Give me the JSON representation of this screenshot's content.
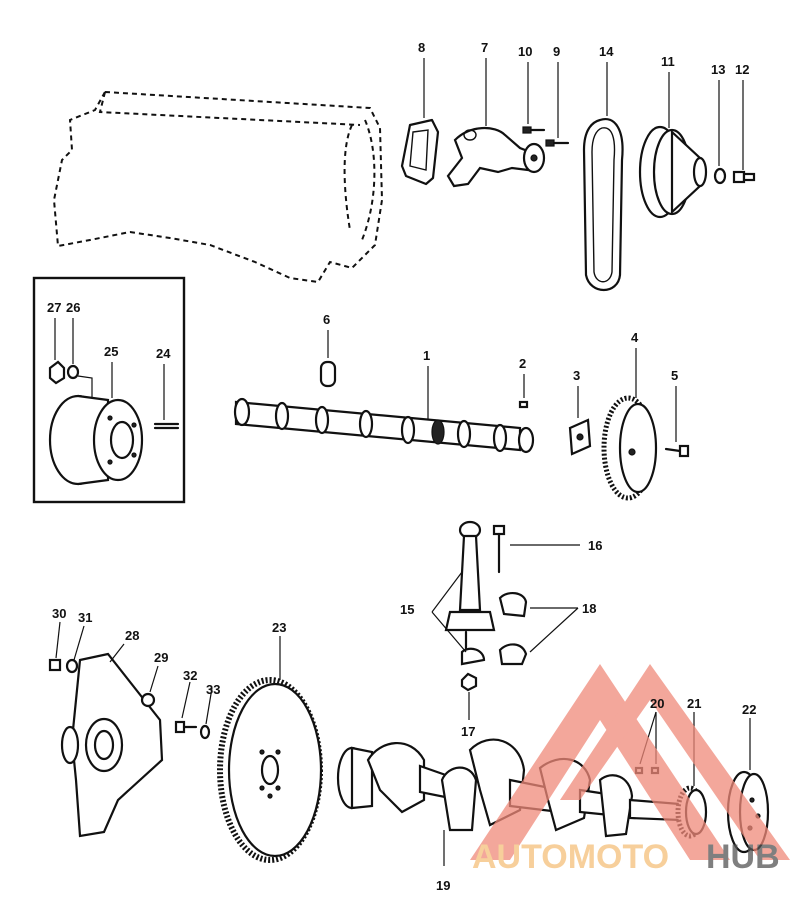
{
  "callouts": [
    "1",
    "2",
    "3",
    "4",
    "5",
    "6",
    "7",
    "8",
    "9",
    "10",
    "11",
    "12",
    "13",
    "14",
    "15",
    "16",
    "17",
    "18",
    "19",
    "20",
    "21",
    "22",
    "23",
    "24",
    "25",
    "26",
    "27",
    "28",
    "29",
    "30",
    "31",
    "32",
    "33"
  ],
  "watermark": {
    "part1": "AUTOMOTO",
    "part2": "HUB",
    "color_primary": "#f08a7a",
    "color_secondary": "#f5c07a",
    "color_dark": "#555555"
  }
}
